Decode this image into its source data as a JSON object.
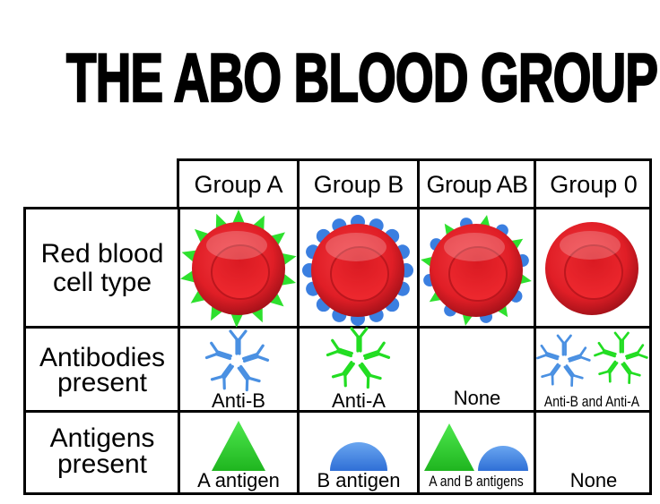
{
  "title": "THE ABO BLOOD GROUP",
  "table": {
    "columns": [
      "Group A",
      "Group B",
      "Group AB",
      "Group 0"
    ],
    "rows": [
      {
        "label_line1": "Red blood",
        "label_line2": "cell type"
      },
      {
        "label_line1": "Antibodies",
        "label_line2": "present"
      },
      {
        "label_line1": "Antigens",
        "label_line2": "present"
      }
    ],
    "cells": {
      "red_blood_cell": [
        {
          "group": "Group A",
          "surface": "green-spikes"
        },
        {
          "group": "Group B",
          "surface": "blue-bumps"
        },
        {
          "group": "Group AB",
          "surface": "green-spikes-and-blue-bumps"
        },
        {
          "group": "Group 0",
          "surface": "none"
        }
      ],
      "antibodies": [
        "Anti-B",
        "Anti-A",
        "None",
        "Anti-B and Anti-A"
      ],
      "antigens": [
        "A antigen",
        "B antigen",
        "A and B antigens",
        "None"
      ]
    }
  },
  "colors": {
    "cell_red": "#e8202a",
    "cell_dark": "#b0141c",
    "antigen_a_green": "#2ecc2e",
    "antigen_b_blue": "#3b7fe0",
    "antibody_blue": "#4a90e2",
    "antibody_green": "#22dd22"
  },
  "legend_icons": {
    "antigen_a": "triangle-icon",
    "antigen_b": "half-circle-icon",
    "antibody": "y-shape-antibody-icon"
  }
}
